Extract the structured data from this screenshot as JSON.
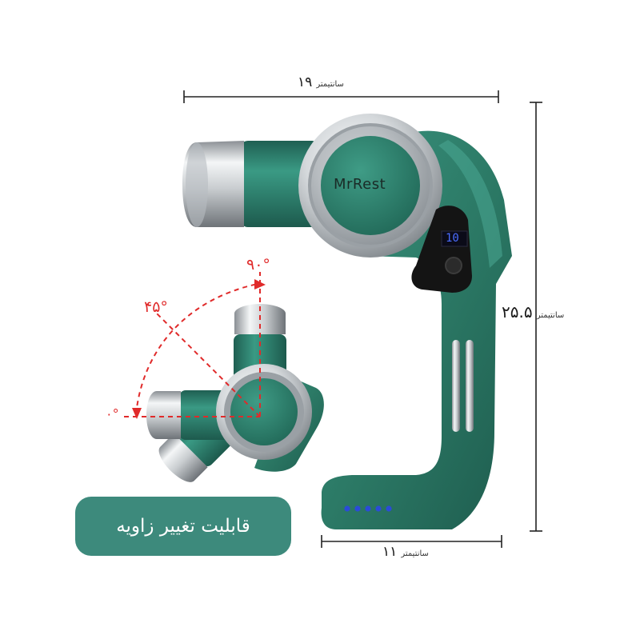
{
  "dimensions": {
    "width": {
      "value": "۱۹",
      "unit": "سانتیمتر"
    },
    "height": {
      "value": "۲۵.۵",
      "unit": "سانتیمتر"
    },
    "base": {
      "value": "۱۱",
      "unit": "سانتیمتر"
    }
  },
  "brand": "MrRest",
  "display": {
    "value": "10"
  },
  "battery": {
    "indicator_count": 5,
    "color": "#2a4bd8"
  },
  "angles": {
    "a0": "۰°",
    "a45": "۴۵°",
    "a90": "۹۰°"
  },
  "feature_label": "قابلیت تغییر زاویه",
  "colors": {
    "body": "#2f7f6c",
    "badge": "#3d8a7c",
    "angle_guides": "#e02a2a"
  }
}
